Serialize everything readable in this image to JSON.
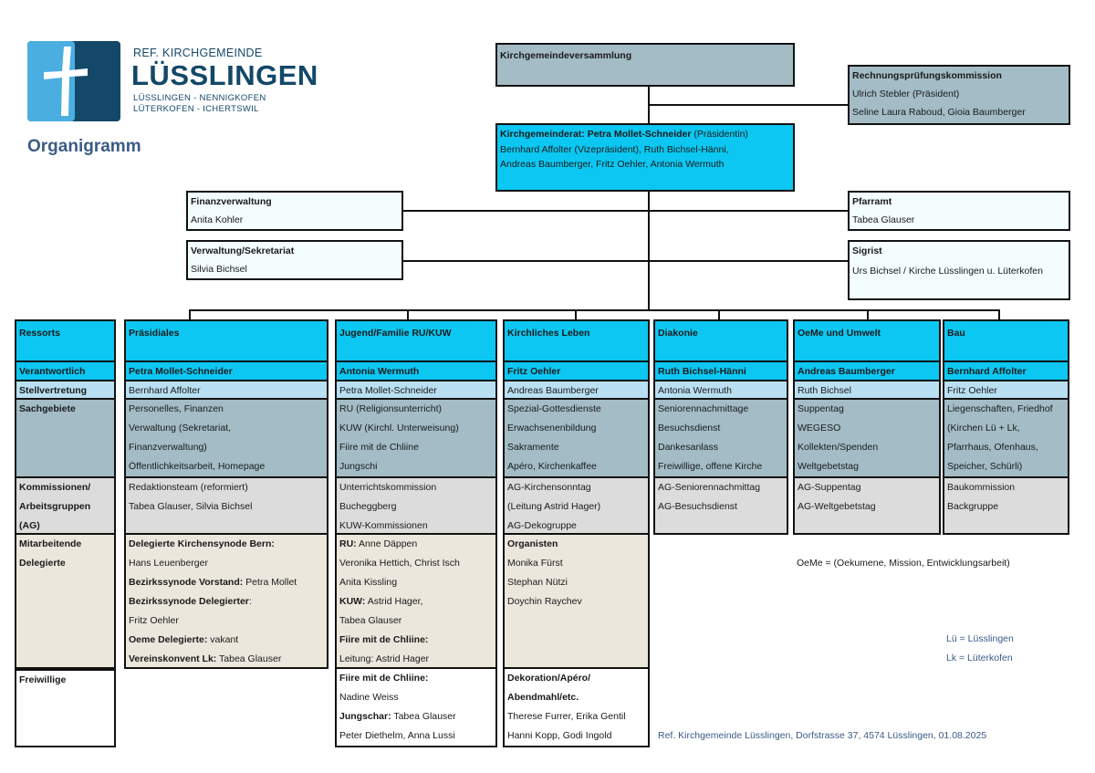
{
  "logo": {
    "line1": "REF. KIRCHGEMEINDE",
    "line2": "LÜSSLINGEN",
    "line3": "LÜSSLINGEN - NENNIGKOFEN",
    "line4": "LÜTERKOFEN - ICHERTSWIL",
    "colors": {
      "dark": "#134868",
      "light": "#4aaee0"
    }
  },
  "title": "Organigramm",
  "versammlung": "Kirchgemeindeversammlung",
  "rpk": {
    "title": "Rechnungsprüfungskommission",
    "line1": "Ulrich Stebler (Präsident)",
    "line2": "Seline Laura Raboud, Gioia Baumberger"
  },
  "kgr": {
    "label": "Kirchgemeinderat: Petra Mollet-Schneider",
    "role": " (Präsidentin)",
    "line1": "Bernhard Affolter (Vizepräsident), Ruth Bichsel-Hänni,",
    "line2": "Andreas Baumberger, Fritz Oehler, Antonia Wermuth"
  },
  "finanz": {
    "title": "Finanzverwaltung",
    "name": "Anita Kohler"
  },
  "verwaltung": {
    "title": "Verwaltung/Sekretariat",
    "name": "Silvia Bichsel"
  },
  "pfarramt": {
    "title": "Pfarramt",
    "name": "Tabea Glauser"
  },
  "sigrist": {
    "title": "Sigrist",
    "name": "Urs Bichsel / Kirche Lüsslingen u. Lüterkofen"
  },
  "rowlabels": {
    "ressorts": "Ressorts",
    "verantwortlich": "Verantwortlich",
    "stellvertretung": "Stellvertretung",
    "sachgebiete": "Sachgebiete",
    "komm1": "Kommissionen/",
    "komm2": "Arbeitsgruppen",
    "komm3": "(AG)",
    "mit1": "Mitarbeitende",
    "mit2": "Delegierte",
    "freiwillige": "Freiwillige"
  },
  "columns": [
    {
      "name": "Präsidiales",
      "verantwortlich": "Petra Mollet-Schneider",
      "stellvertretung": "Bernhard Affolter",
      "sachgebiete": [
        "Personelles, Finanzen",
        "Verwaltung (Sekretariat,",
        "Finanzverwaltung)",
        "Öffentlichkeitsarbeit, Homepage"
      ],
      "kommissionen": [
        "Redaktionsteam (reformiert)",
        "Tabea Glauser, Silvia Bichsel"
      ]
    },
    {
      "name": "Jugend/Familie RU/KUW",
      "verantwortlich": "Antonia Wermuth",
      "stellvertretung": "Petra Mollet-Schneider",
      "sachgebiete": [
        "RU (Religionsunterricht)",
        "KUW (Kirchl. Unterweisung)",
        "Fiire mit de Chliine",
        "Jungschi"
      ],
      "kommissionen": [
        "Unterrichtskommission",
        "Bucheggberg",
        "KUW-Kommissionen"
      ]
    },
    {
      "name": "Kirchliches Leben",
      "verantwortlich": "Fritz Oehler",
      "stellvertretung": "Andreas Baumberger",
      "sachgebiete": [
        "Spezial-Gottesdienste",
        "Erwachsenenbildung",
        "Sakramente",
        "Apéro, Kirchenkaffee"
      ],
      "kommissionen": [
        "AG-Kirchensonntag",
        "(Leitung Astrid Hager)",
        "AG-Dekogruppe"
      ]
    },
    {
      "name": "Diakonie",
      "verantwortlich": "Ruth Bichsel-Hänni",
      "stellvertretung": "Antonia Wermuth",
      "sachgebiete": [
        "Seniorennachmittage",
        "Besuchsdienst",
        "Dankesanlass",
        "Freiwillige, offene Kirche"
      ],
      "kommissionen": [
        "AG-Seniorennachmittag",
        "AG-Besuchsdienst"
      ]
    },
    {
      "name": "OeMe und Umwelt",
      "verantwortlich": "Andreas Baumberger",
      "stellvertretung": "Ruth Bichsel",
      "sachgebiete": [
        "Suppentag",
        "WEGESO",
        "Kollekten/Spenden",
        "Weltgebetstag"
      ],
      "kommissionen": [
        "AG-Suppentag",
        "AG-Weltgebetstag"
      ]
    },
    {
      "name": "Bau",
      "verantwortlich": "Bernhard Affolter",
      "stellvertretung": "Fritz Oehler",
      "sachgebiete": [
        "Liegenschaften, Friedhof",
        "(Kirchen Lü + Lk,",
        "Pfarrhaus, Ofenhaus,",
        "Speicher, Schürli)"
      ],
      "kommissionen": [
        "Baukommission",
        "Backgruppe"
      ]
    }
  ],
  "mitarbeitende": {
    "praesidiales": [
      {
        "b": "Delegierte Kirchensynode Bern:",
        "t": ""
      },
      {
        "b": "",
        "t": "Hans Leuenberger"
      },
      {
        "b": "Bezirkssynode Vorstand:",
        "t": " Petra Mollet"
      },
      {
        "b": "Bezirkssynode Delegierter",
        "t": ":"
      },
      {
        "b": "",
        "t": "Fritz Oehler"
      },
      {
        "b": "Oeme Delegierte:",
        "t": " vakant"
      },
      {
        "b": "Vereinskonvent Lk:",
        "t": " Tabea Glauser"
      }
    ],
    "jugend": [
      {
        "b": "RU:",
        "t": " Anne Däppen"
      },
      {
        "b": "",
        "t": "Veronika Hettich, Christ Isch"
      },
      {
        "b": "",
        "t": "Anita Kissling"
      },
      {
        "b": "KUW:",
        "t": " Astrid Hager,"
      },
      {
        "b": "",
        "t": "Tabea Glauser"
      },
      {
        "b": "Fiire mit de Chliine:",
        "t": ""
      },
      {
        "b": "",
        "t": "Leitung: Astrid Hager"
      }
    ],
    "kirchlich": [
      {
        "b": "Organisten",
        "t": ""
      },
      {
        "b": "",
        "t": "Monika Fürst"
      },
      {
        "b": "",
        "t": "Stephan Nützi"
      },
      {
        "b": "",
        "t": "Doychin Raychev"
      }
    ]
  },
  "freiwillige": {
    "jugend": [
      {
        "b": "Fiire mit de Chliine:",
        "t": ""
      },
      {
        "b": "",
        "t": "Nadine Weiss"
      },
      {
        "b": "Jungschar:",
        "t": " Tabea Glauser"
      },
      {
        "b": "",
        "t": "Peter Diethelm, Anna Lussi"
      }
    ],
    "kirchlich": [
      {
        "b": "Dekoration/Apéro/",
        "t": ""
      },
      {
        "b": "Abendmahl/etc.",
        "t": ""
      },
      {
        "b": "",
        "t": "Therese Furrer, Erika Gentil"
      },
      {
        "b": "",
        "t": "Hanni Kopp, Godi Ingold"
      }
    ]
  },
  "notes": {
    "oeme": "OeMe = (Oekumene, Mission, Entwicklungsarbeit)",
    "lue": "Lü = Lüsslingen",
    "lk": "Lk = Lüterkofen",
    "footer": "Ref. Kirchgemeinde Lüsslingen, Dorfstrasse 37, 4574 Lüsslingen, 01.08.2025"
  },
  "colors": {
    "cyan": "#0bc7f2",
    "lightblue": "#b9dff2",
    "greyblue": "#a3bcc6",
    "grey": "#dcdcdc",
    "beige": "#ebe7dd"
  }
}
